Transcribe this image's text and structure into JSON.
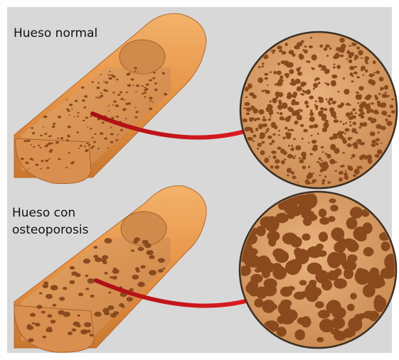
{
  "labels": {
    "normal": "Hueso normal",
    "osteoporosis_line1": "Hueso con",
    "osteoporosis_line2": "osteoporosis"
  },
  "colors": {
    "background": "#d8d8d8",
    "bone_surface": "#e89a4e",
    "bone_cut": "#d98f4f",
    "pore": "#8a4a1e",
    "arrow": "#c8161b",
    "circle_border": "#4a3a2a"
  },
  "illustrations": [
    {
      "name": "normal-bone",
      "pore_density": "high",
      "pore_size": "small"
    },
    {
      "name": "osteoporotic-bone",
      "pore_density": "lower",
      "pore_size": "large"
    }
  ]
}
